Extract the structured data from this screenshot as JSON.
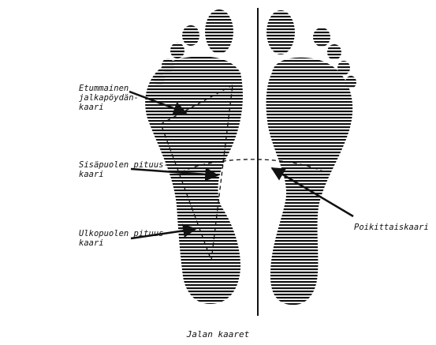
{
  "caption": "Jalan kaaret",
  "labels": {
    "front_arch": [
      "Etummainen",
      "jalkapöydän-",
      "kaari"
    ],
    "medial_arch": [
      "Sisäpuolen pituus-",
      "kaari"
    ],
    "lateral_arch": [
      "Ulkopuolen pituus-",
      "kaari"
    ],
    "transverse_arch": [
      "Poikittaiskaari"
    ]
  },
  "colors": {
    "ink": "#111111",
    "background": "#ffffff"
  }
}
